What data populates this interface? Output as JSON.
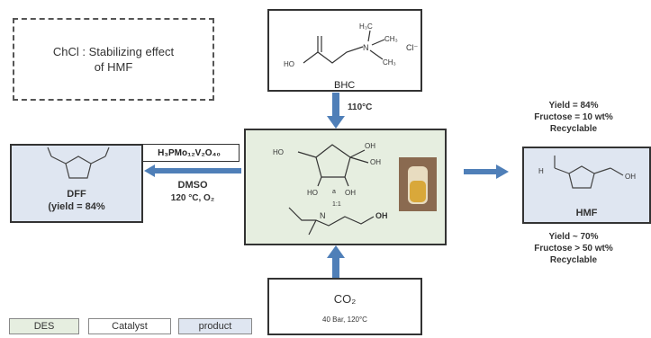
{
  "note": {
    "line1": "ChCl : Stabilizing effect",
    "line2": "of HMF"
  },
  "bhc": {
    "label": "BHC",
    "group_label": "H₃C",
    "methyl_1": "CH₃",
    "methyl_2": "CH₃",
    "ho_label": "HO",
    "n_label": "N",
    "chloride": "Cl⁻"
  },
  "arrow_top_label": "110°C",
  "center": {
    "labels": {
      "ho_left": "HO",
      "oh_top": "OH",
      "oh_right": "OH",
      "ho_bottom": "HO",
      "oh_bottom": "OH",
      "oh_chain": "OH",
      "n_label": "N",
      "ratio": "1:1",
      "dot": "a"
    }
  },
  "co2": {
    "formula": "CO₂",
    "conditions": "40 Bar, 120°C"
  },
  "left_reaction": {
    "catalyst": "H₃PMo₁₂V₂O₄₀",
    "solvent": "DMSO",
    "conditions": "120 °C, O₂"
  },
  "dff": {
    "name": "DFF",
    "yield": "(yield = 84%"
  },
  "hmf": {
    "name": "HMF",
    "h_label": "H",
    "oh_label": "OH"
  },
  "hmf_top": {
    "yield": "Yield = 84%",
    "fructose": "Fructose = 10 wt%",
    "recyclable": "Recyclable"
  },
  "hmf_bottom": {
    "yield": "Yield ~ 70%",
    "fructose": "Fructose > 50 wt%",
    "recyclable": "Recyclable"
  },
  "legend": [
    {
      "label": "DES",
      "color": "#e6eee0"
    },
    {
      "label": "Catalyst",
      "color": "#ffffff"
    },
    {
      "label": "product",
      "color": "#dfe6f1"
    }
  ],
  "colors": {
    "arrow": "#4f7fb8",
    "border": "#333333"
  }
}
